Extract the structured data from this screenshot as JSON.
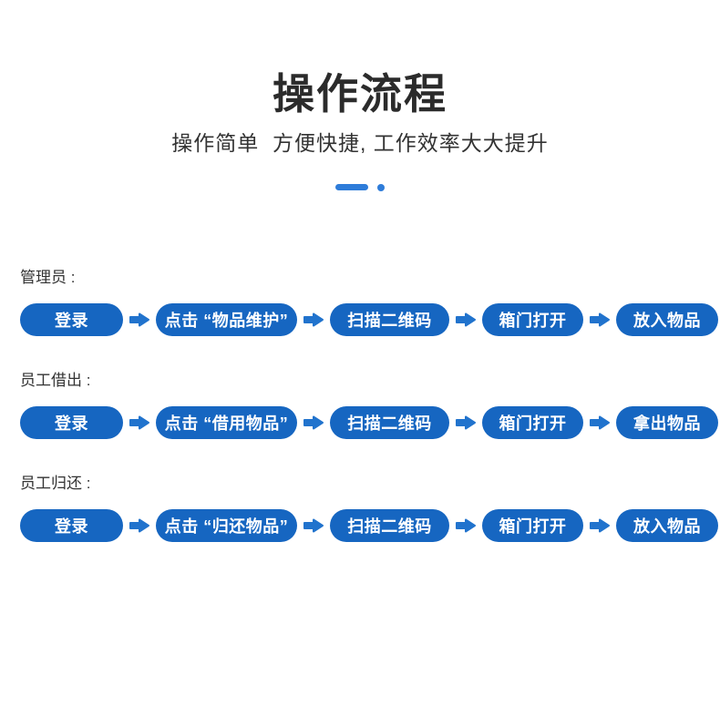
{
  "header": {
    "title": "操作流程",
    "subtitle": "操作简单  方便快捷, 工作效率大大提升"
  },
  "decoration": {
    "bar_icon": "accent-bar",
    "dot_icon": "accent-dot"
  },
  "colors": {
    "pill": "#1666c1",
    "arrow": "#2173cd",
    "accent": "#2e7cd9",
    "title_text": "#2b2b2b",
    "body_text": "#333333",
    "pill_text": "#ffffff"
  },
  "flows": [
    {
      "label": "管理员 :",
      "steps": [
        "登录",
        "点击 “物品维护”",
        "扫描二维码",
        "箱门打开",
        "放入物品"
      ]
    },
    {
      "label": "员工借出 :",
      "steps": [
        "登录",
        "点击 “借用物品”",
        "扫描二维码",
        "箱门打开",
        "拿出物品"
      ]
    },
    {
      "label": "员工归还 :",
      "steps": [
        "登录",
        "点击 “归还物品”",
        "扫描二维码",
        "箱门打开",
        "放入物品"
      ]
    }
  ]
}
